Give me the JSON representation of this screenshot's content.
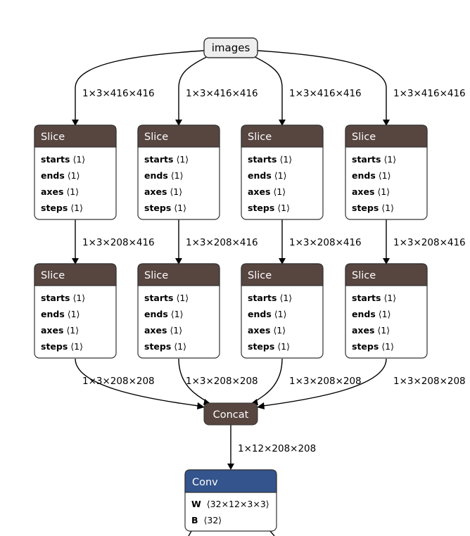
{
  "colors": {
    "layer_header": "#574540",
    "conv_header": "#33548c",
    "input_node_fill": "#eeeeee",
    "node_border": "#333333",
    "edge": "#000000"
  },
  "input_node": {
    "label": "images"
  },
  "slice_label": "Slice",
  "slice_attrs": [
    {
      "name": "starts",
      "value": "⟨1⟩"
    },
    {
      "name": "ends",
      "value": "⟨1⟩"
    },
    {
      "name": "axes",
      "value": "⟨1⟩"
    },
    {
      "name": "steps",
      "value": "⟨1⟩"
    }
  ],
  "edge_labels": {
    "images_to_slice": [
      "1×3×416×416",
      "1×3×416×416",
      "1×3×416×416",
      "1×3×416×416"
    ],
    "slice_to_slice": [
      "1×3×208×416",
      "1×3×208×416",
      "1×3×208×416",
      "1×3×208×416"
    ],
    "slice_to_concat": [
      "1×3×208×208",
      "1×3×208×208",
      "1×3×208×208",
      "1×3×208×208"
    ],
    "concat_to_conv": "1×12×208×208"
  },
  "concat": {
    "label": "Concat"
  },
  "conv": {
    "label": "Conv",
    "attrs": [
      {
        "name": "W",
        "value": "⟨32×12×3×3⟩"
      },
      {
        "name": "B",
        "value": "⟨32⟩"
      }
    ]
  }
}
